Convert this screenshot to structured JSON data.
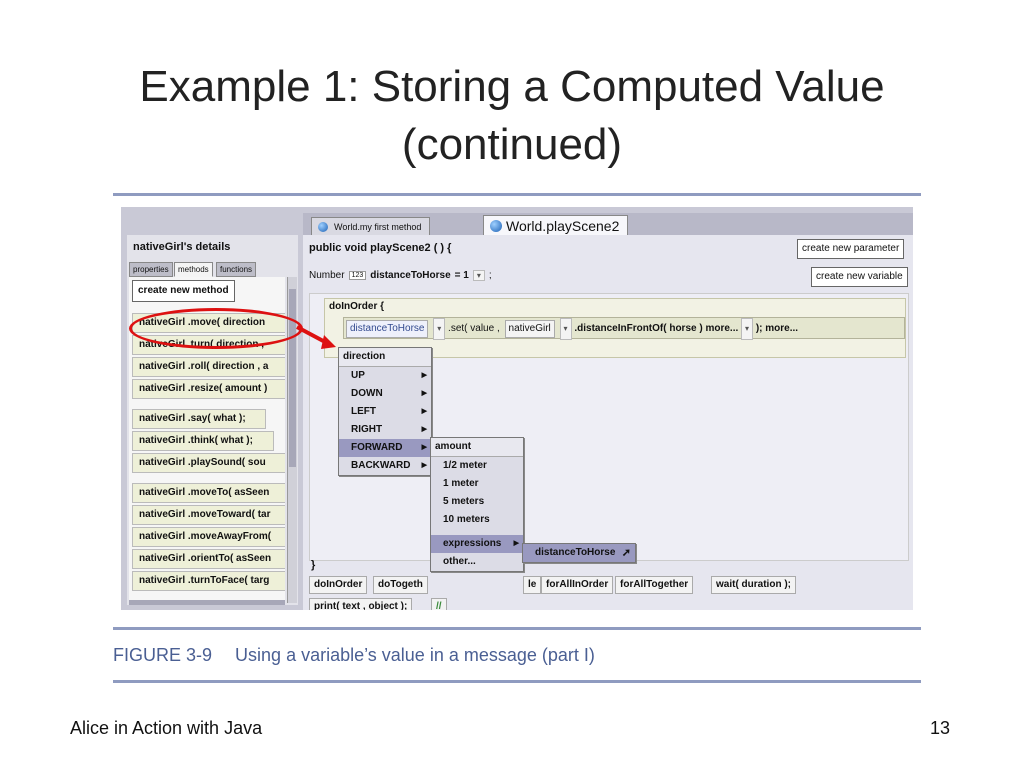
{
  "slide": {
    "title_line1": "Example 1: Storing a Computed Value",
    "title_line2": "(continued)",
    "footer_left": "Alice in Action with Java",
    "page_number": "13"
  },
  "caption": {
    "figure_number": "FIGURE 3-9",
    "text": "Using a variable’s value in a message (part I)"
  },
  "left_panel": {
    "title": "nativeGirl's details",
    "tabs": [
      "properties",
      "methods",
      "functions"
    ],
    "create_method": "create new method",
    "methods": [
      "nativeGirl  .move(  direction",
      "nativeGirl  .turn(  direction  ,",
      "nativeGirl  .roll(  direction  ,  a",
      "nativeGirl  .resize(  amount  )",
      "nativeGirl  .say(  what  );",
      "nativeGirl  .think(  what  );",
      "nativeGirl  .playSound(  sou",
      "nativeGirl  .moveTo(  asSeen",
      "nativeGirl  .moveToward(  tar",
      "nativeGirl  .moveAwayFrom(",
      "nativeGirl  .orientTo(  asSeen",
      "nativeGirl  .turnToFace(  targ"
    ]
  },
  "editor": {
    "tabs": [
      "World.my first method",
      "World.playScene2"
    ],
    "signature": "public void playScene2 ( ) {",
    "create_param": "create new parameter",
    "create_var": "create new variable",
    "var_type": "Number",
    "var_badge": "123",
    "var_name": "distanceToHorse",
    "var_eq": "= 1",
    "var_semi": ";",
    "doinorder": "doInOrder {",
    "stmt": {
      "target": "distanceToHorse",
      "method": ".set(  value  ,",
      "obj": "nativeGirl",
      "func": ".distanceInFrontOf(  horse",
      "more1": ") more...",
      "semi": ");  more...",
      "close_brace": "}"
    },
    "end_brace": "}"
  },
  "menus": {
    "direction": {
      "header": "direction",
      "items": [
        "UP",
        "DOWN",
        "LEFT",
        "RIGHT",
        "FORWARD",
        "BACKWARD"
      ]
    },
    "amount": {
      "header": "amount",
      "items": [
        "1/2 meter",
        "1 meter",
        "5 meters",
        "10 meters",
        "expressions",
        "other..."
      ]
    },
    "expressions": {
      "items": [
        "distanceToHorse"
      ]
    }
  },
  "bottom_bar": {
    "row1": [
      "doInOrder",
      "doTogeth",
      "le",
      "forAllInOrder",
      "forAllTogether",
      "wait(  duration  );"
    ],
    "row2": [
      "print(  text  ,  object  );",
      "//"
    ]
  },
  "colors": {
    "highlight": "#d11111",
    "caption": "#4a5f93",
    "rule": "#8f9bc0"
  }
}
